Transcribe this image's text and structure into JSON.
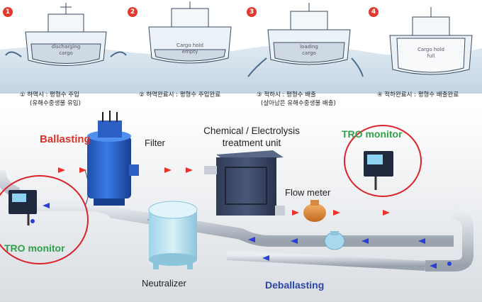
{
  "top_steps": [
    {
      "num": "1",
      "cargo": [
        "discharging",
        "cargo"
      ],
      "caption": [
        "① 하역시 : 평형수 주입",
        "(유해수중생물 유입)"
      ]
    },
    {
      "num": "2",
      "cargo": [
        "Cargo hold",
        "empty"
      ],
      "caption": [
        "② 하역완료시 : 평형수 주입완료"
      ]
    },
    {
      "num": "3",
      "cargo": [
        "loading",
        "cargo"
      ],
      "caption": [
        "③ 적하시 : 평형수 배출",
        "(살아남은 유해수중생물 배출)"
      ]
    },
    {
      "num": "4",
      "cargo": [
        "Cargo hold",
        "full"
      ],
      "caption": [
        "④ 적하완료시 : 평형수 배출완료"
      ]
    }
  ],
  "labels": {
    "ballasting": "Ballasting",
    "filter": "Filter",
    "treatment_line1": "Chemical / Electrolysis",
    "treatment_line2": "treatment unit",
    "tro_right": "TRO monitor",
    "tro_left": "TRO monitor",
    "flow_meter": "Flow meter",
    "neutralizer": "Neutralizer",
    "deballasting": "Deballasting"
  },
  "colors": {
    "ballast_arrow": "#e8322a",
    "deballast_arrow": "#2a3fd8",
    "circle": "#d9242a",
    "pipe": "#c8ced6"
  }
}
